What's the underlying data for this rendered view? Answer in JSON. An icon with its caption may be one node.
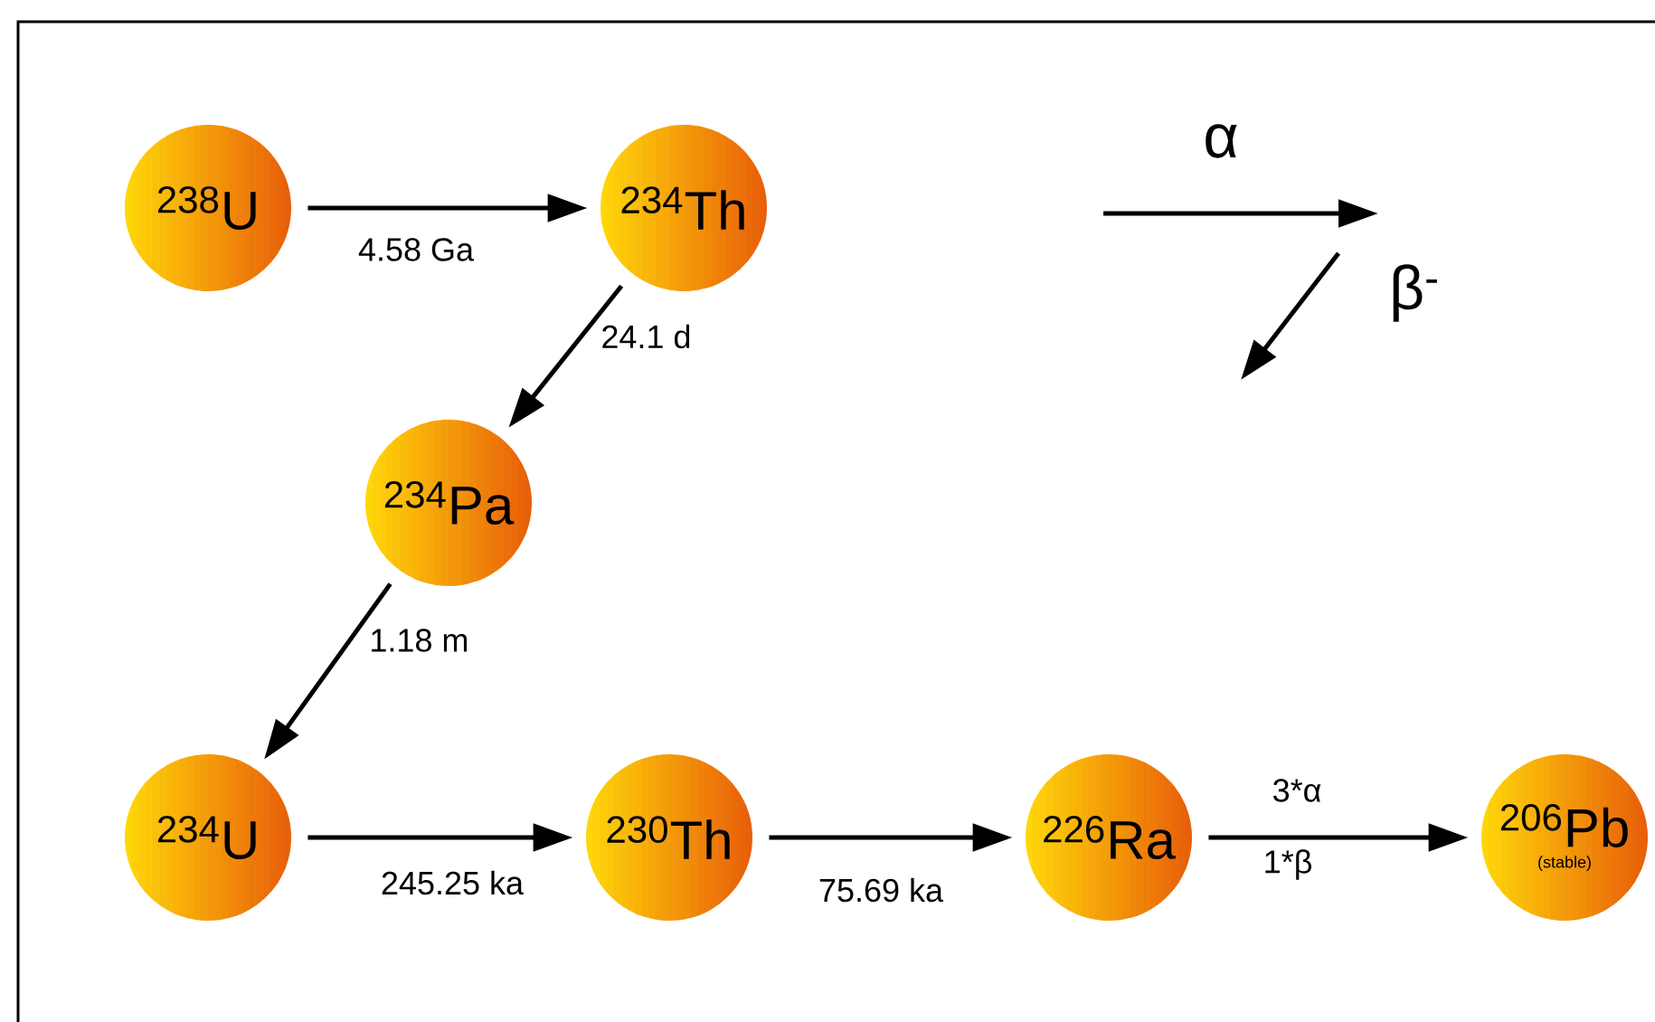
{
  "diagram": {
    "nodes": [
      {
        "text": [
          "$^{238}$U"
        ]
      },
      {
        "text": [
          "$^{234}$Th"
        ]
      },
      {
        "text": [
          "$^{234}$Pa"
        ]
      },
      {
        "text": [
          "$^{234}$U"
        ]
      },
      {
        "text": [
          "$^{230}$Th"
        ]
      },
      {
        "text": [
          "$^{226}$Ra"
        ]
      },
      {
        "text": [
          "$^{206}$Pb",
          "(stable)"
        ]
      }
    ],
    "edges": [
      {
        "from": 0,
        "to": 1,
        "arrow": "to",
        "label": "4.58 Ga"
      },
      {
        "from": 1,
        "to": 2,
        "arrow": "to",
        "label": "24.1 d"
      },
      {
        "from": 2,
        "to": 3,
        "arrow": "to",
        "label": "1.18 m"
      },
      {
        "from": 3,
        "to": 4,
        "arrow": "to",
        "label": "245.25 ka"
      },
      {
        "from": 4,
        "to": 5,
        "arrow": "to",
        "label": "75.69 ka"
      },
      {
        "from": 5,
        "to": 6,
        "arrow": "to",
        "label": "3*α"
      }
    ],
    "labels": [
      "1*β"
    ],
    "legend": [
      {
        "text": "α"
      },
      {
        "text": "β$^{-}$"
      }
    ]
  }
}
